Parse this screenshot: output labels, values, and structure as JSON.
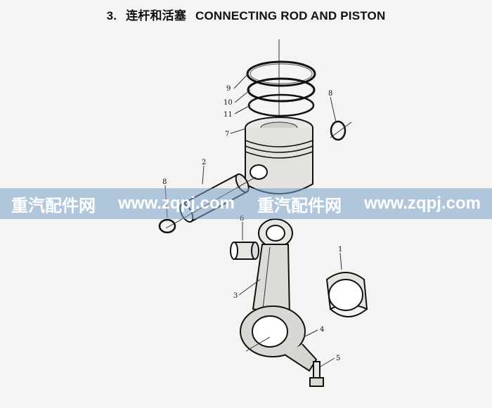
{
  "title": {
    "number": "3.",
    "cn": "连杆和活塞",
    "en": "CONNECTING ROD AND PISTON"
  },
  "callouts": [
    "9",
    "10",
    "11",
    "7",
    "8",
    "2",
    "8",
    "6",
    "1",
    "3",
    "4",
    "5"
  ],
  "watermark": {
    "texts": [
      "重汽配件网",
      "www.zqpj.com",
      "重汽配件网",
      "www.zqpj.com"
    ]
  }
}
